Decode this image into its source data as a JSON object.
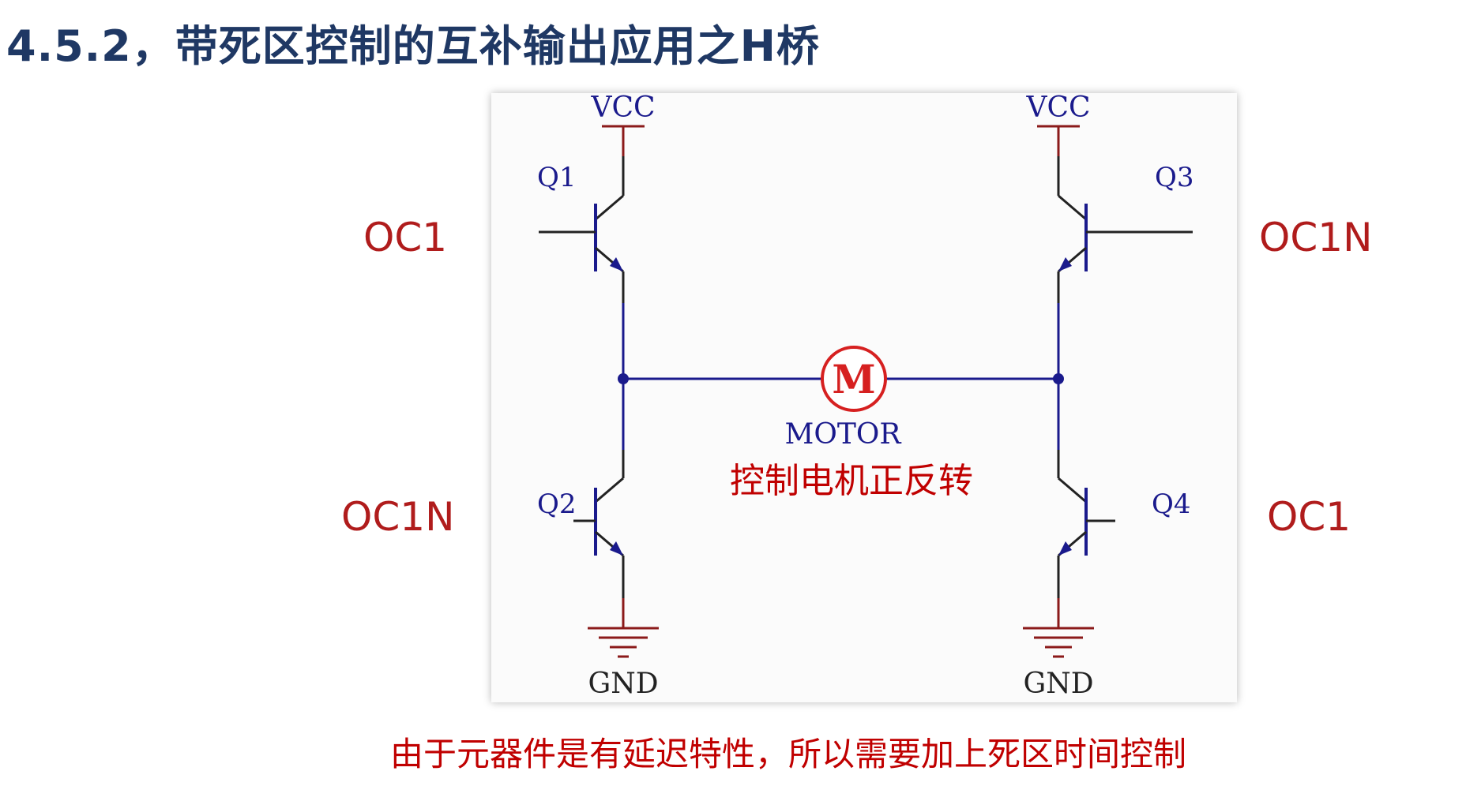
{
  "title": "4.5.2，带死区控制的互补输出应用之H桥",
  "diagram": {
    "vcc_left": "VCC",
    "vcc_right": "VCC",
    "gnd_left": "GND",
    "gnd_right": "GND",
    "q1": "Q1",
    "q2": "Q2",
    "q3": "Q3",
    "q4": "Q4",
    "motor_symbol": "M",
    "motor_label": "MOTOR",
    "motor_caption": "控制电机正反转"
  },
  "side_labels": {
    "q1_input": "OC1",
    "q2_input": "OC1N",
    "q3_input": "OC1N",
    "q4_input": "OC1"
  },
  "footnote": "由于元器件是有延迟特性，所以需要加上死区时间控制",
  "colors": {
    "wire": "#1a1a8c",
    "supply": "#8b1a1a",
    "label_red": "#b01c1c",
    "title": "#1f3864"
  }
}
